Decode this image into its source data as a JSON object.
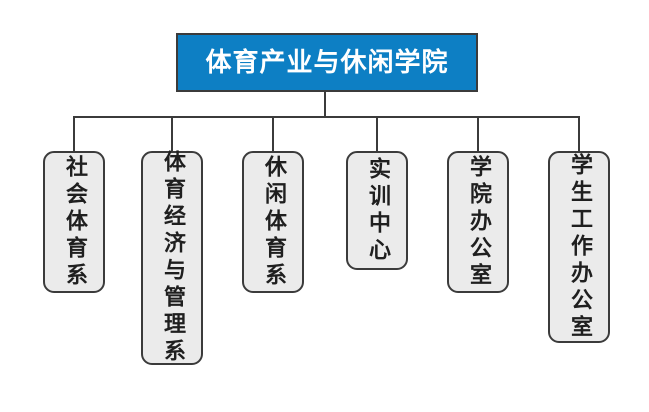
{
  "chart": {
    "type": "org-chart",
    "orientation": "top-down",
    "title": "体育产业与休闲学院",
    "root": {
      "label": "体育产业与休闲学院",
      "fill_color": "#0d7fc4",
      "text_color": "#ffffff",
      "border_color": "#3b3b3b"
    },
    "node_style": {
      "fill_color": "#ebebeb",
      "text_color": "#1f1f1f",
      "border_color": "#3b3b3b",
      "text_direction": "vertical"
    },
    "children": [
      {
        "label": "社会体育系",
        "chars": 5
      },
      {
        "label": "体育经济与管理系",
        "chars": 8
      },
      {
        "label": "休闲体育系",
        "chars": 5
      },
      {
        "label": "实训中心",
        "chars": 4
      },
      {
        "label": "学院办公室",
        "chars": 5
      },
      {
        "label": "学生工作办公室",
        "chars": 7
      }
    ]
  }
}
